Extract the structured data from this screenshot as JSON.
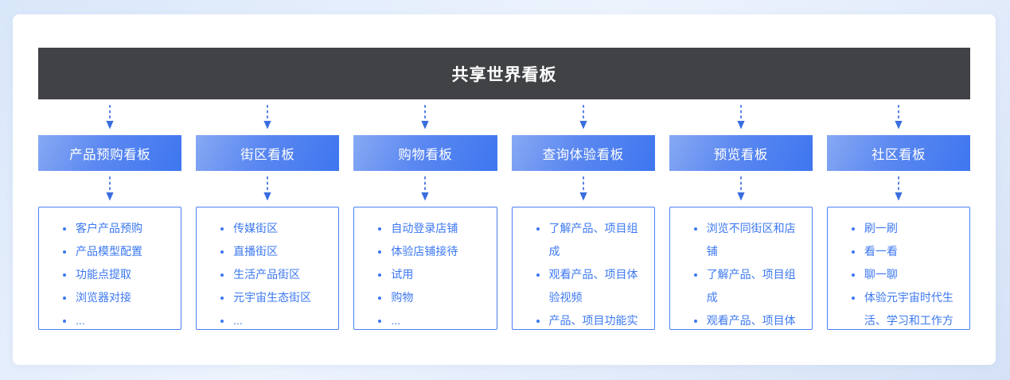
{
  "board": {
    "title": "共享世界看板",
    "columns": [
      {
        "title": "产品预购看板",
        "items": [
          "客户产品预购",
          "产品模型配置",
          "功能点提取",
          "浏览器对接",
          "..."
        ]
      },
      {
        "title": "街区看板",
        "items": [
          "传媒街区",
          "直播街区",
          "生活产品街区",
          "元宇宙生态街区",
          "..."
        ]
      },
      {
        "title": "购物看板",
        "items": [
          "自动登录店铺",
          "体验店铺接待",
          "试用",
          "购物",
          "..."
        ]
      },
      {
        "title": "查询体验看板",
        "items": [
          "了解产品、项目组成",
          "观看产品、项目体验视频",
          "产品、项目功能实操",
          "..."
        ]
      },
      {
        "title": "预览看板",
        "items": [
          "浏览不同街区和店铺",
          "了解产品、项目组成",
          "观看产品、项目体验视频",
          "..."
        ]
      },
      {
        "title": "社区看板",
        "items": [
          "刷一刷",
          "看一看",
          "聊一聊",
          "体验元宇宙时代生活、学习和工作方式"
        ]
      }
    ]
  },
  "icons": {
    "connector": "dashed-down-arrow-icon"
  },
  "colors": {
    "header_bg": "#404245",
    "header_text": "#ffffff",
    "category_gradient_start": "#87a9f3",
    "category_gradient_end": "#3e76ef",
    "category_text": "#ffffff",
    "arrow": "#3a6de0",
    "list_border": "#4a80f1",
    "list_text": "#3c78f0",
    "card_bg": "#ffffff",
    "page_bg_light": "#edf3fd",
    "page_bg_dark": "#d5e2f6"
  }
}
